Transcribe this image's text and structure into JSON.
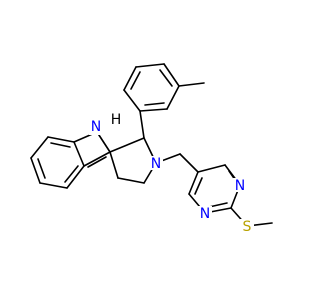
{
  "structure": {
    "atoms": {
      "nh_h": "H",
      "nh_n": "N",
      "n_ring": "N",
      "n_pyr_top": "N",
      "n_pyr_bottom": "N",
      "s_thioether": "S"
    },
    "colors": {
      "bond": "#000000",
      "nitrogen": "#0000ff",
      "sulfur": "#b8a200",
      "background": "#ffffff"
    }
  }
}
